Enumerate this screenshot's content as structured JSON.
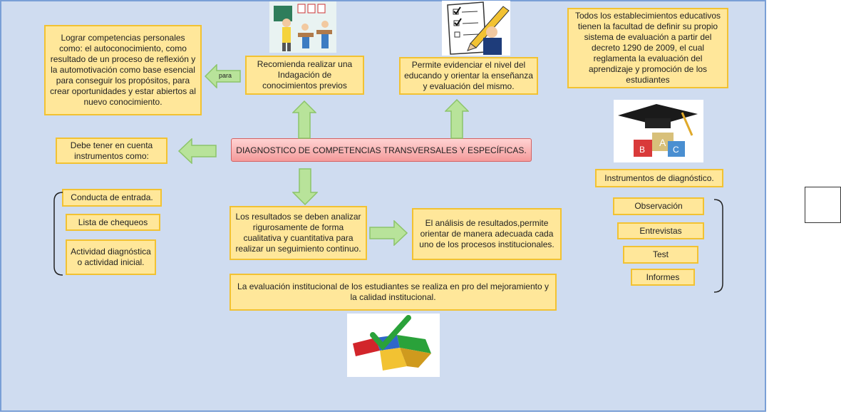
{
  "title": "DIAGNOSTICO DE COMPETENCIAS TRANSVERSALES Y ESPECÍFICAS.",
  "boxes": {
    "competencias": "Lograr competencias personales como: el autoconocimiento, como resultado de un proceso de reflexión y la automotivación como base esencial para conseguir los propósitos, para crear oportunidades y estar abiertos al nuevo conocimiento.",
    "indagacion": "Recomienda realizar una Indagación de conocimientos previos",
    "evidenciar": "Permite  evidenciar el nivel del educando  y orientar la enseñanza y evaluación del mismo.",
    "decreto": "Todos los establecimientos educativos tienen la facultad de definir su propio sistema de evaluación a partir del decreto 1290 de 2009, el cual reglamenta la evaluación del aprendizaje y promoción de los estudiantes",
    "instrumentos_intro": "Debe tener en cuenta instrumentos como:",
    "resultados": "Los resultados se deben analizar rigurosamente de forma cualitativa y cuantitativa  para realizar un seguimiento continuo.",
    "analisis": "El análisis de resultados,permite orientar de manera adecuada cada uno de los procesos institucionales.",
    "evaluacion": "La evaluación institucional de los estudiantes se realiza en pro del mejoramiento y la calidad institucional.",
    "instrumentos_diag": "Instrumentos de diagnóstico."
  },
  "para_label": "para",
  "left_list": [
    "Conducta de entrada.",
    "Lista de chequeos",
    "Actividad diagnóstica o actividad inicial."
  ],
  "right_list": [
    "Observación",
    "Entrevistas",
    "Test",
    "Informes"
  ],
  "colors": {
    "box_fill": "#ffe79a",
    "box_border": "#f2c232",
    "arrow": "#b8e39a",
    "title_fill": "#f7b0b0",
    "canvas": "#cfdcf0"
  },
  "images": [
    "classroom-illustration",
    "checklist-pencil-illustration",
    "graduation-cap-blocks-illustration",
    "puzzle-checkmark-illustration"
  ]
}
